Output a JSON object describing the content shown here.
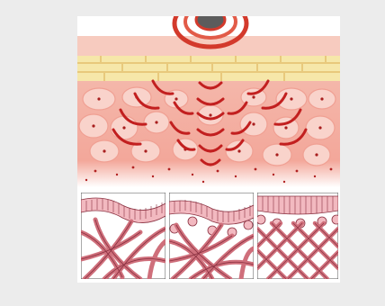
{
  "figure": {
    "top_panel": {
      "name": "skin-layers-with-energy-waves"
    },
    "bottom_panels": [
      {
        "name": "collagen-network-before"
      },
      {
        "name": "collagen-network-during"
      },
      {
        "name": "collagen-network-after"
      }
    ]
  },
  "colors": {
    "background": "#ececec",
    "panel": "#ffffff",
    "epidermis_yellow": "#f6e7a9",
    "tissue_pink": "#f0a79c",
    "cell_fill": "#f7c9c0",
    "wave_red": "#c21f1f",
    "collagen_pink": "#cf6f7b",
    "collagen_outline": "#8a3040",
    "dots": "#b22222"
  },
  "icons": [
    "applicator-head-icon",
    "radio-wave-icon"
  ]
}
